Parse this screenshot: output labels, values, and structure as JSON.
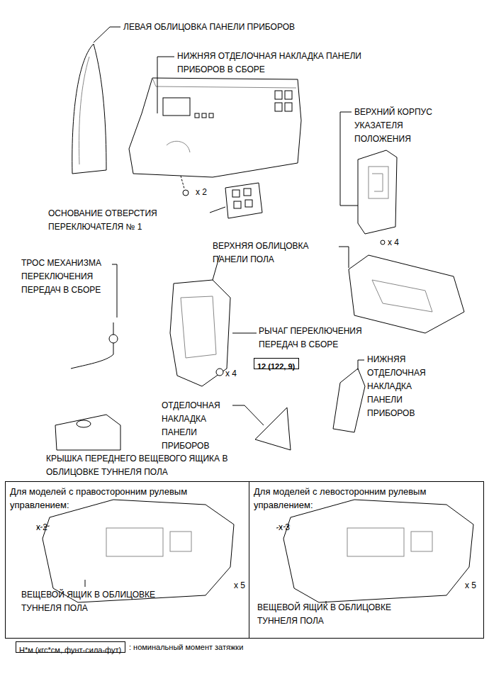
{
  "diagram": {
    "nodes": [
      {
        "text": [
          "12 (122, 9)"
        ]
      },
      {
        "text": [
          "Для моделей с правосторонним рулевым управлением:",
          "ВЕЩЕВОЙ ЯЩИК В ОБЛИЦОВКЕ ТУННЕЛЯ ПОЛА",
          "x 2",
          "x 5"
        ]
      },
      {
        "text": [
          "Для моделей с левосторонним рулевым управлением:",
          "ВЕЩЕВОЙ ЯЩИК В ОБЛИЦОВКЕ ТУННЕЛЯ ПОЛА",
          "x 3",
          "x 5"
        ]
      },
      {
        "text": [
          "Н*м (кгс*см, фунт-сила-фут)"
        ]
      }
    ],
    "labels": [
      "ЛЕВАЯ ОБЛИЦОВКА ПАНЕЛИ ПРИБОРОВ",
      "НИЖНЯЯ ОТДЕЛОЧНАЯ НАКЛАДКА ПАНЕЛИ ПРИБОРОВ В СБОРЕ",
      "x 2",
      "ОСНОВАНИЕ ОТВЕРСТИЯ ПЕРЕКЛЮЧАТЕЛЯ № 1",
      "ВЕРХНИЙ КОРПУС УКАЗАТЕЛЯ ПОЛОЖЕНИЯ",
      "x 4",
      "ВЕРХНЯЯ ОБЛИЦОВКА ПАНЕЛИ ПОЛА",
      "ТРОС МЕХАНИЗМА ПЕРЕКЛЮЧЕНИЯ ПЕРЕДАЧ В СБОРЕ",
      "РЫЧАГ ПЕРЕКЛЮЧЕНИЯ ПЕРЕДАЧ В СБОРЕ",
      "x 4",
      "НИЖНЯЯ ОТДЕЛОЧНАЯ НАКЛАДКА ПАНЕЛИ ПРИБОРОВ",
      "ОТДЕЛОЧНАЯ НАКЛАДКА ПАНЕЛИ ПРИБОРОВ",
      "КРЫШКА ПЕРЕДНЕГО ВЕЩЕВОГО ЯЩИКА В ОБЛИЦОВКЕ ТУННЕЛЯ ПОЛА",
      ": номинальный момент затяжки"
    ]
  }
}
